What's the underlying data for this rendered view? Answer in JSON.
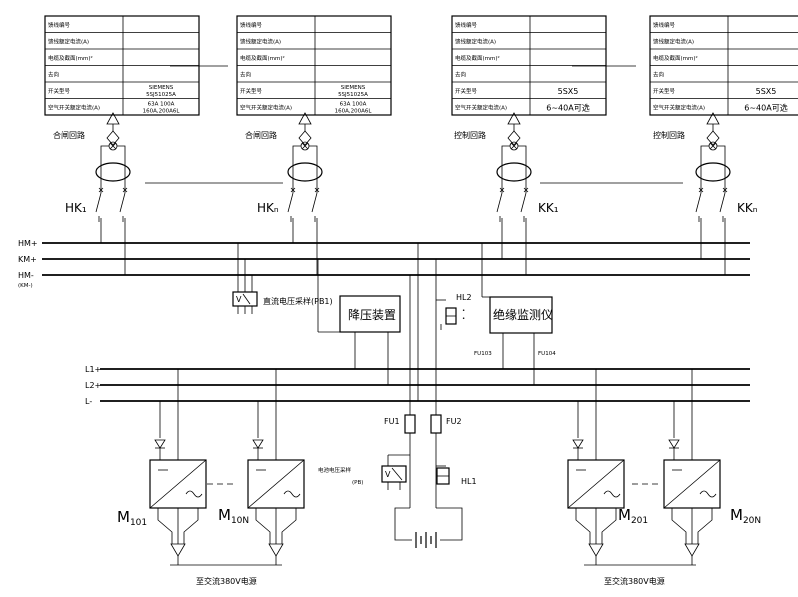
{
  "feeder_tables": [
    {
      "rows": [
        "馈线编号",
        "馈线额定电流(A)",
        "电缆及截面(mm)²",
        "去向",
        "开关型号",
        "空气开关额定电流(A)"
      ],
      "values": [
        "",
        "",
        "",
        "",
        "SIEMENS 5SJ51025A",
        "63A 100A 160A,200A6L"
      ],
      "loop_label": "合闸回路",
      "switch_label": "HK₁"
    },
    {
      "rows": [
        "馈线编号",
        "馈线额定电流(A)",
        "电缆及截面(mm)²",
        "去向",
        "开关型号",
        "空气开关额定电流(A)"
      ],
      "values": [
        "",
        "",
        "",
        "",
        "SIEMENS 5SJ51025A",
        "63A 100A 160A,200A6L"
      ],
      "loop_label": "合闸回路",
      "switch_label": "HKₙ"
    },
    {
      "rows": [
        "馈线编号",
        "馈线额定电流(A)",
        "电缆及截面(mm)²",
        "去向",
        "开关型号",
        "空气开关额定电流(A)"
      ],
      "values": [
        "",
        "",
        "",
        "",
        "5SX5",
        "6~40A可选"
      ],
      "loop_label": "控制回路",
      "switch_label": "KK₁"
    },
    {
      "rows": [
        "馈线编号",
        "馈线额定电流(A)",
        "电缆及截面(mm)²",
        "去向",
        "开关型号",
        "空气开关额定电流(A)"
      ],
      "values": [
        "",
        "",
        "",
        "",
        "5SX5",
        "6~40A可选"
      ],
      "loop_label": "控制回路",
      "switch_label": "KKₙ"
    }
  ],
  "buses": {
    "hm_plus": "HM+",
    "km_plus": "KM+",
    "hm_minus": "HM-",
    "km_minus": "(KM-)",
    "l1": "L1+",
    "l2": "L2+",
    "l_minus": "L-"
  },
  "devices": {
    "meter_pb1": "直流电压采样(PB1)",
    "step_down": "降压装置",
    "insulation_monitor": "绝缘监测仪",
    "hl2": "HL2",
    "fu103": "FU103",
    "fu104": "FU104",
    "fu1": "FU1",
    "fu2": "FU2",
    "meter_pb": "电池电压采样",
    "meter_pb_sub": "(PB)",
    "hl1": "HL1"
  },
  "modules": {
    "m101": "M101",
    "m10n": "M10N",
    "m201": "M201",
    "m20n": "M20N",
    "ac_source_left": "至交流380V电源",
    "ac_source_right": "至交流380V电源"
  }
}
